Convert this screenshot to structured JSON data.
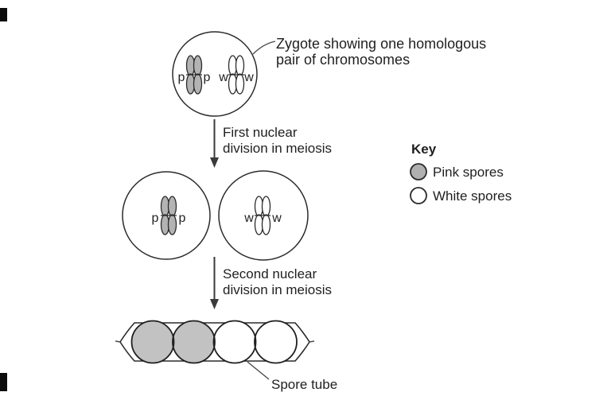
{
  "diagram": {
    "zygote": {
      "annotation": [
        "Zygote showing one homologous",
        "pair of chromosomes"
      ],
      "chromosome_pink": {
        "color": "#b3b3b3",
        "left_label": "p",
        "right_label": "p"
      },
      "chromosome_white": {
        "color": "#ffffff",
        "left_label": "w",
        "right_label": "w"
      }
    },
    "first_division": {
      "line1": "First nuclear",
      "line2": "division in meiosis"
    },
    "daughters": {
      "pink": {
        "color": "#b3b3b3",
        "left_label": "p",
        "right_label": "p"
      },
      "white": {
        "color": "#ffffff",
        "left_label": "w",
        "right_label": "w"
      }
    },
    "second_division": {
      "line1": "Second nuclear",
      "line2": "division in meiosis"
    },
    "spore_tube": {
      "label": "Spore tube",
      "spores": [
        {
          "type": "pink",
          "color": "#c2c2c2"
        },
        {
          "type": "pink",
          "color": "#c2c2c2"
        },
        {
          "type": "white",
          "color": "#ffffff"
        },
        {
          "type": "white",
          "color": "#ffffff"
        }
      ]
    }
  },
  "key": {
    "title": "Key",
    "items": [
      {
        "label": "Pink spores",
        "color": "#b0b0b0"
      },
      {
        "label": "White spores",
        "color": "#ffffff"
      }
    ]
  },
  "colors": {
    "outline": "#2b2b2b",
    "text": "#1f1f1f",
    "background": "#ffffff",
    "scan_mark": "#0c0c0c"
  }
}
